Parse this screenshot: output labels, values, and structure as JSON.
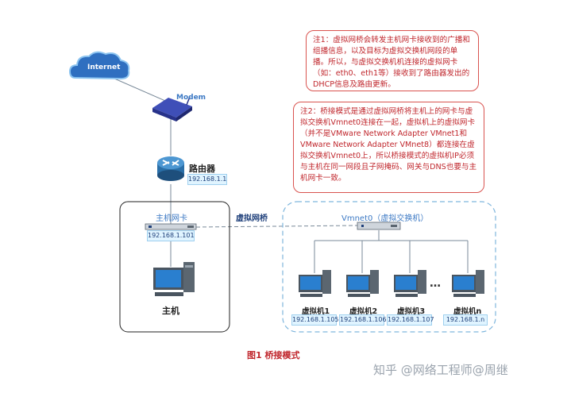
{
  "internet": {
    "label": "Internet"
  },
  "modem": {
    "label": "Modem"
  },
  "router": {
    "label": "路由器",
    "ip": "192.168.1.1"
  },
  "host_panel": {
    "nic_label": "主机网卡",
    "nic_ip": "192.168.1.101",
    "host_label": "主机"
  },
  "bridge": {
    "label": "虚拟网桥"
  },
  "vmnet_panel": {
    "switch_label": "Vmnet0（虚拟交换机）",
    "ellipsis": "…",
    "vms": [
      {
        "label": "虚拟机1",
        "ip": "192.168.1.105"
      },
      {
        "label": "虚拟机2",
        "ip": "192.168.1.106"
      },
      {
        "label": "虚拟机3",
        "ip": "192.168.1.107"
      },
      {
        "label": "虚拟机n",
        "ip": "192.168.1.n"
      }
    ]
  },
  "notes": {
    "note1": "注1：虚拟网桥会转发主机网卡接收到的广播和组播信息，以及目标为虚拟交换机网段的单播。所以，与虚拟交换机机连接的虚拟网卡（如：eth0、eth1等）接收到了路由器发出的DHCP信息及路由更新。",
    "note2": "注2：桥接模式是通过虚拟网桥将主机上的网卡与虚拟交换机Vmnet0连接在一起，虚拟机上的虚拟网卡（并不是VMware Network Adapter VMnet1和VMware Network Adapter VMnet8）都连接在虚拟交换机Vmnet0上，所以桥接模式的虚拟机IP必须与主机在同一网段且子网掩码、网关与DNS也要与主机网卡一致。"
  },
  "caption": "图1 桥接模式",
  "watermark": "知乎 @网络工程师@周继",
  "colors": {
    "note_text": "#c0272d",
    "note_border": "#d9534f",
    "label_blue": "#3c79c4",
    "ip_bg": "#e0f4ff",
    "caption": "#c0272d"
  }
}
